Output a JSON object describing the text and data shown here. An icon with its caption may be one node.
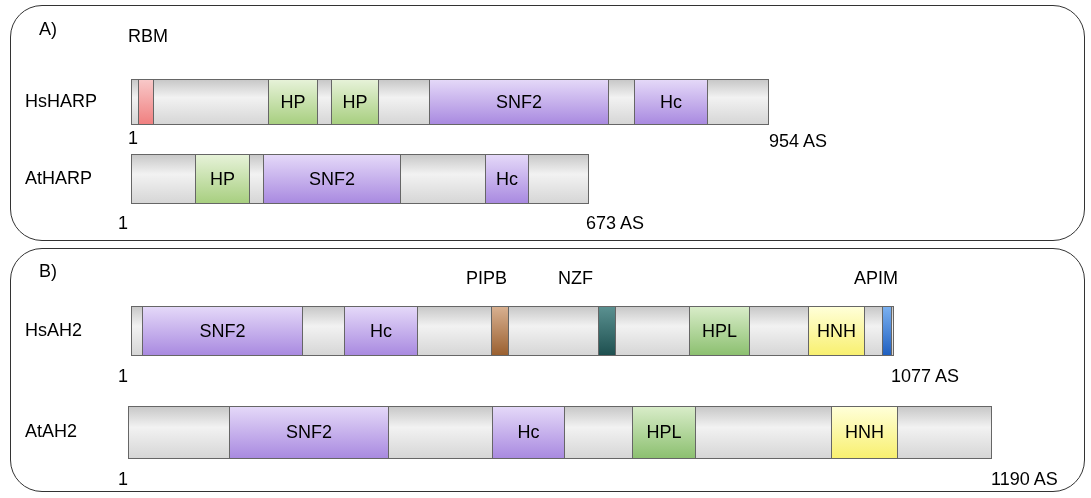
{
  "diagram": {
    "nodes": [
      {
        "text": [
          "A)"
        ]
      },
      {
        "text": [
          "HsHARP"
        ],
        "in": 0,
        "beside": [
          "1",
          "954 AS"
        ]
      },
      {
        "text": [],
        "shape": "bar",
        "in": 1,
        "beside": [
          "RBM"
        ]
      },
      {
        "text": [
          "HP"
        ],
        "in": 1
      },
      {
        "text": [
          "HP"
        ],
        "in": 1
      },
      {
        "text": [
          "SNF2"
        ],
        "in": 1
      },
      {
        "text": [
          "Hc"
        ],
        "in": 1
      },
      {
        "text": [
          "AtHARP"
        ],
        "in": 0,
        "beside": [
          "1",
          "673 AS"
        ]
      },
      {
        "text": [
          "HP"
        ],
        "in": 7
      },
      {
        "text": [
          "SNF2"
        ],
        "in": 7
      },
      {
        "text": [
          "Hc"
        ],
        "in": 7
      },
      {
        "text": [
          "B)"
        ]
      },
      {
        "text": [
          "HsAH2"
        ],
        "in": 11,
        "beside": [
          "1",
          "1077 AS"
        ]
      },
      {
        "text": [
          "SNF2"
        ],
        "in": 12
      },
      {
        "text": [
          "Hc"
        ],
        "in": 12
      },
      {
        "text": [],
        "shape": "bar",
        "in": 12,
        "beside": [
          "PIPB"
        ]
      },
      {
        "text": [],
        "shape": "bar",
        "in": 12,
        "beside": [
          "NZF"
        ]
      },
      {
        "text": [
          "HPL"
        ],
        "in": 12
      },
      {
        "text": [
          "HNH"
        ],
        "in": 12
      },
      {
        "text": [],
        "shape": "bar",
        "in": 12,
        "beside": [
          "APIM"
        ]
      },
      {
        "text": [
          "AtAH2"
        ],
        "in": 11,
        "beside": [
          "1",
          "1190 AS"
        ]
      },
      {
        "text": [
          "SNF2"
        ],
        "in": 20
      },
      {
        "text": [
          "Hc"
        ],
        "in": 20
      },
      {
        "text": [
          "HPL"
        ],
        "in": 20
      },
      {
        "text": [
          "HNH"
        ],
        "in": 20
      }
    ]
  }
}
